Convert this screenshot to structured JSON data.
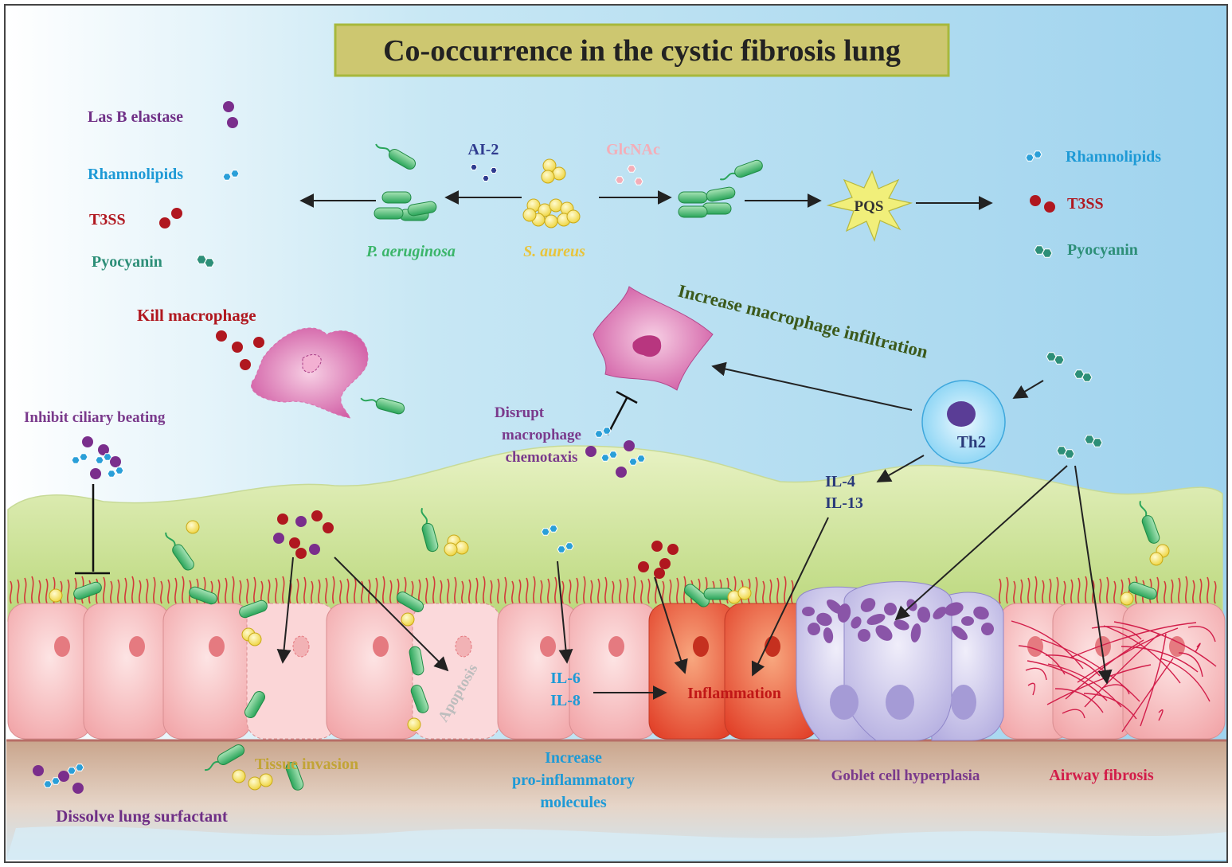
{
  "title": "Co-occurrence in the cystic fibrosis lung",
  "colors": {
    "bg_top": "#bde3f3",
    "bg_left": "#ffffff",
    "title_box": "#cdc770",
    "mucus": "#d9eab0",
    "cell": "#f6c1c3",
    "cell_inflamed": "#ea5a3c",
    "goblet": "#c8c3e6",
    "pa_bacteria": "#3bb56a",
    "sa_cocci": "#f5e05a",
    "lasb": "#7a2e8c",
    "rhamnolipid": "#2a9fd8",
    "t3ss": "#b0171f",
    "pyocyanin": "#2d8f78",
    "macrophage": "#d25aa6"
  },
  "left_list": {
    "lasb": "Las B elastase",
    "rhamnolipids": "Rhamnolipids",
    "t3ss": "T3SS",
    "pyocyanin": "Pyocyanin"
  },
  "right_list": {
    "rhamnolipids": "Rhamnolipids",
    "t3ss": "T3SS",
    "pyocyanin": "Pyocyanin"
  },
  "signals": {
    "ai2": "AI-2",
    "glcnac": "GlcNAc",
    "pqs": "PQS"
  },
  "organisms": {
    "pa": "P. aeruginosa",
    "sa": "S. aureus"
  },
  "labels": {
    "kill_macrophage": "Kill macrophage",
    "increase_infiltration": "Increase macrophage infiltration",
    "inhibit_ciliary": "Inhibit ciliary beating",
    "disrupt_1": "Disrupt",
    "disrupt_2": "macrophage",
    "disrupt_3": "chemotaxis",
    "th2": "Th2",
    "il4": "IL-4",
    "il13": "IL-13",
    "il6": "IL-6",
    "il8": "IL-8",
    "apoptosis": "Apoptosis",
    "inflammation": "Inflammation",
    "tissue_invasion": "Tissue invasion",
    "increase_1": "Increase",
    "increase_2": "pro-inflammatory",
    "increase_3": "molecules",
    "goblet": "Goblet cell hyperplasia",
    "fibrosis": "Airway fibrosis",
    "surfactant": "Dissolve lung surfactant"
  }
}
